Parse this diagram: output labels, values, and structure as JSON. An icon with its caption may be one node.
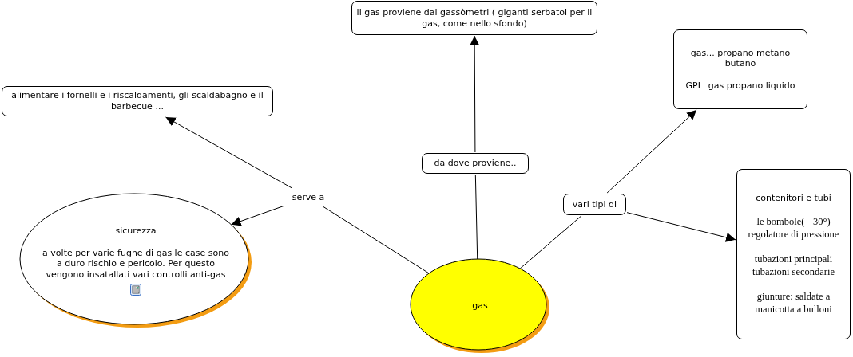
{
  "diagram": {
    "nodes": [
      {
        "text": [
          "gas"
        ]
      },
      {
        "text": [
          "serve a"
        ]
      },
      {
        "text": [
          "alimentare i fornelli e i riscaldamenti, gli scaldabagno e il barbecue ..."
        ]
      },
      {
        "text": [
          "sicurezza",
          "a volte per varie fughe di gas le case sono a duro rischio e pericolo. Per questo vengono insatallati vari controlli anti-gas"
        ]
      },
      {
        "text": [
          "da dove proviene.."
        ]
      },
      {
        "text": [
          "il gas proviene dai gassòmetri ( giganti serbatoi per il gas, come nello sfondo)"
        ]
      },
      {
        "text": [
          "vari tipi di"
        ]
      },
      {
        "text": [
          "gas... propano metano butano",
          "GPL  gas propano liquido"
        ]
      },
      {
        "text": [
          "contenitori e tubi",
          "le bombole( - 30°) regolatore di pressione",
          "tubazioni principali tubazioni secondarie",
          "giunture: saldate a manicotta a bulloni"
        ]
      }
    ],
    "edges": [
      {
        "from": 0,
        "to": 1,
        "arrow": "none"
      },
      {
        "from": 1,
        "to": 2,
        "arrow": "to"
      },
      {
        "from": 1,
        "to": 3,
        "arrow": "to"
      },
      {
        "from": 0,
        "to": 4,
        "arrow": "none"
      },
      {
        "from": 4,
        "to": 5,
        "arrow": "to"
      },
      {
        "from": 0,
        "to": 6,
        "arrow": "none"
      },
      {
        "from": 6,
        "to": 7,
        "arrow": "to"
      },
      {
        "from": 6,
        "to": 8,
        "arrow": "to"
      }
    ]
  }
}
